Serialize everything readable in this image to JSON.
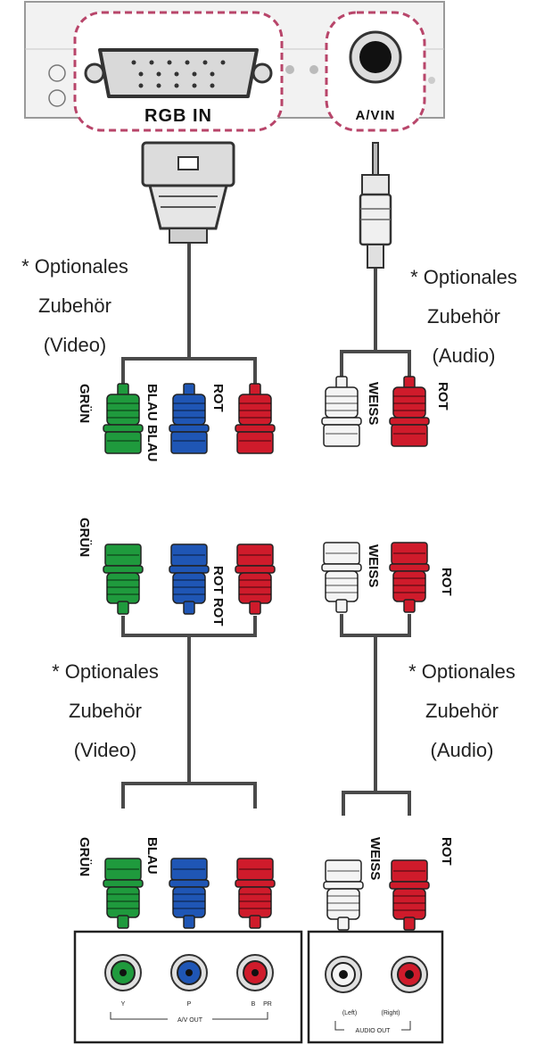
{
  "colors": {
    "green": "#1f9a3d",
    "blue": "#1f56b5",
    "red": "#cf1b2b",
    "white": "#f4f4f4",
    "highlight": "#b8456a",
    "cable": "#4a4a4a"
  },
  "ports": {
    "rgb_in": "RGB IN",
    "av_in": "A/VIN"
  },
  "notes": {
    "top_left": [
      "* Optionales",
      "Zubehör",
      "(Video)"
    ],
    "top_right": [
      "* Optionales",
      "Zubehör",
      "(Audio)"
    ],
    "mid_left": [
      "* Optionales",
      "Zubehör",
      "(Video)"
    ],
    "mid_right": [
      "* Optionales",
      "Zubehör",
      "(Audio)"
    ]
  },
  "plugs": {
    "video_row1": [
      "GRÜN",
      "BLAU BLAU",
      "ROT"
    ],
    "video_row2": [
      "GRÜN",
      "ROT ROT"
    ],
    "video_row3": [
      "GRÜN",
      "BLAU"
    ],
    "audio_row1": [
      "WEISS",
      "ROT"
    ],
    "audio_row2": [
      "WEISS",
      "ROT"
    ],
    "audio_row3": [
      "WEISS",
      "ROT"
    ]
  },
  "device_av_out": {
    "jacks": [
      "Y",
      "P",
      "B",
      "PR"
    ],
    "label": "A/V OUT"
  },
  "device_audio_out": {
    "jacks": [
      "(Left)",
      "(Right)"
    ],
    "label": "AUDIO OUT"
  }
}
